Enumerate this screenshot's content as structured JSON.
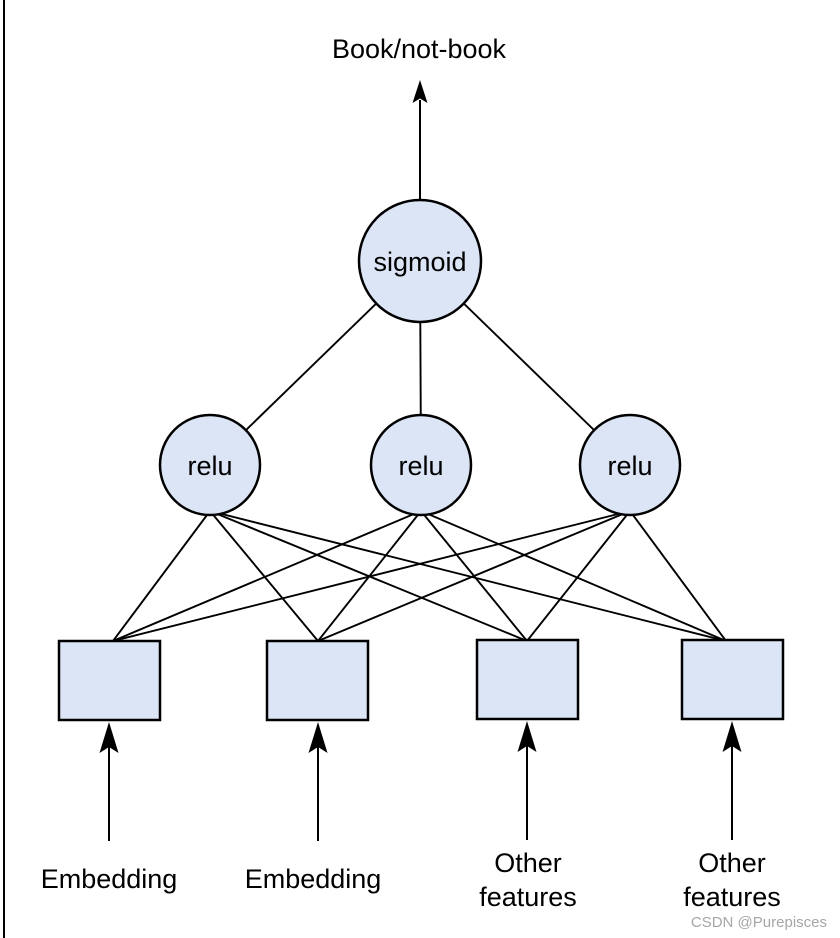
{
  "diagram": {
    "title": "Book/not-book",
    "output_node": "sigmoid",
    "hidden_nodes": [
      "relu",
      "relu",
      "relu"
    ],
    "inputs": [
      [
        "Embedding"
      ],
      [
        "Embedding"
      ],
      [
        "Other",
        "features"
      ],
      [
        "Other",
        "features"
      ]
    ]
  },
  "watermark": "CSDN @Purepisces",
  "colors": {
    "node_fill": "#dbe5f6",
    "node_stroke": "#000000",
    "edge": "#000000",
    "text": "#000000",
    "watermark_text": "#a6a6a6",
    "background": "#ffffff"
  }
}
